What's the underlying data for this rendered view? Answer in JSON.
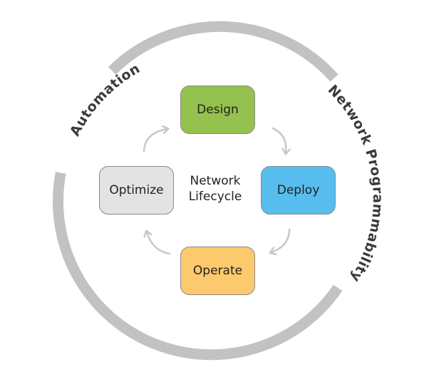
{
  "diagram": {
    "center_label": {
      "line1": "Network",
      "line2": "Lifecycle"
    },
    "outer_ring": {
      "left_label": "Automation",
      "right_label": "Network Programmability"
    },
    "stages": {
      "design": {
        "label": "Design",
        "color": "#95c14e"
      },
      "deploy": {
        "label": "Deploy",
        "color": "#56bdee"
      },
      "operate": {
        "label": "Operate",
        "color": "#fdc96d"
      },
      "optimize": {
        "label": "Optimize",
        "color": "#e3e3e3"
      }
    },
    "ring_color": "#c2c2c2",
    "arrow_color": "#c8c8c8"
  }
}
